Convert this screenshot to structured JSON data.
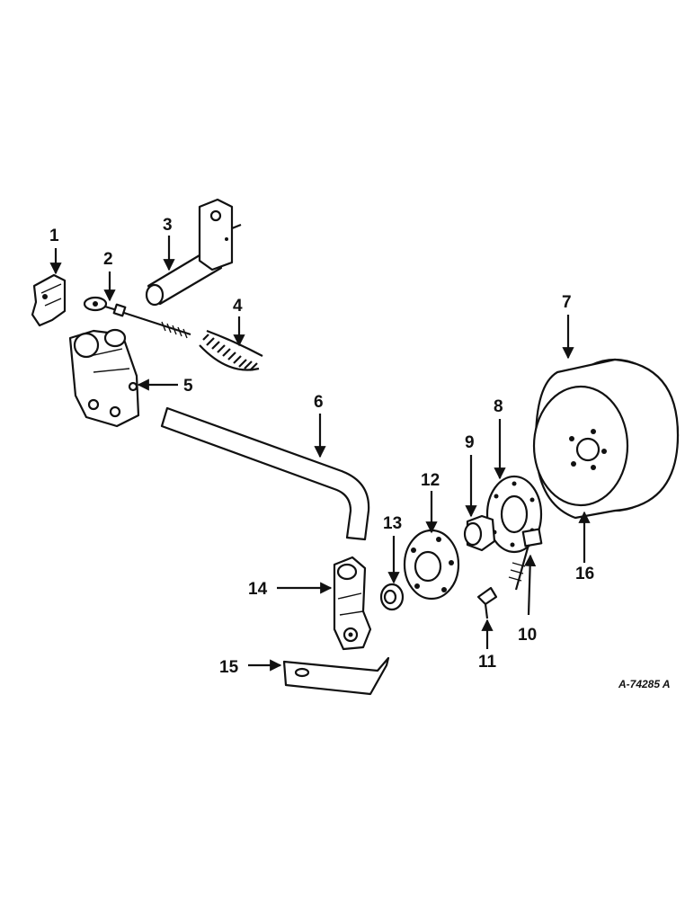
{
  "drawing": {
    "reference": "A-74285 A",
    "callouts": [
      {
        "id": "1",
        "label": "1"
      },
      {
        "id": "2",
        "label": "2"
      },
      {
        "id": "3",
        "label": "3"
      },
      {
        "id": "4",
        "label": "4"
      },
      {
        "id": "5",
        "label": "5"
      },
      {
        "id": "6",
        "label": "6"
      },
      {
        "id": "7",
        "label": "7"
      },
      {
        "id": "8",
        "label": "8"
      },
      {
        "id": "9",
        "label": "9"
      },
      {
        "id": "10",
        "label": "10"
      },
      {
        "id": "11",
        "label": "11"
      },
      {
        "id": "12",
        "label": "12"
      },
      {
        "id": "13",
        "label": "13"
      },
      {
        "id": "14",
        "label": "14"
      },
      {
        "id": "15",
        "label": "15"
      },
      {
        "id": "16",
        "label": "16"
      }
    ]
  }
}
